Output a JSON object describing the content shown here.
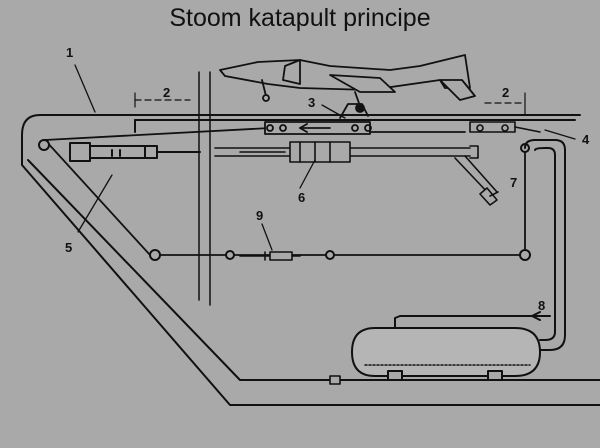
{
  "title": "Stoom katapult principe",
  "labels": {
    "l1": "1",
    "l2a": "2",
    "l2b": "2",
    "l3": "3",
    "l4": "4",
    "l5": "5",
    "l6": "6",
    "l7": "7",
    "l8": "8",
    "l9": "9"
  }
}
